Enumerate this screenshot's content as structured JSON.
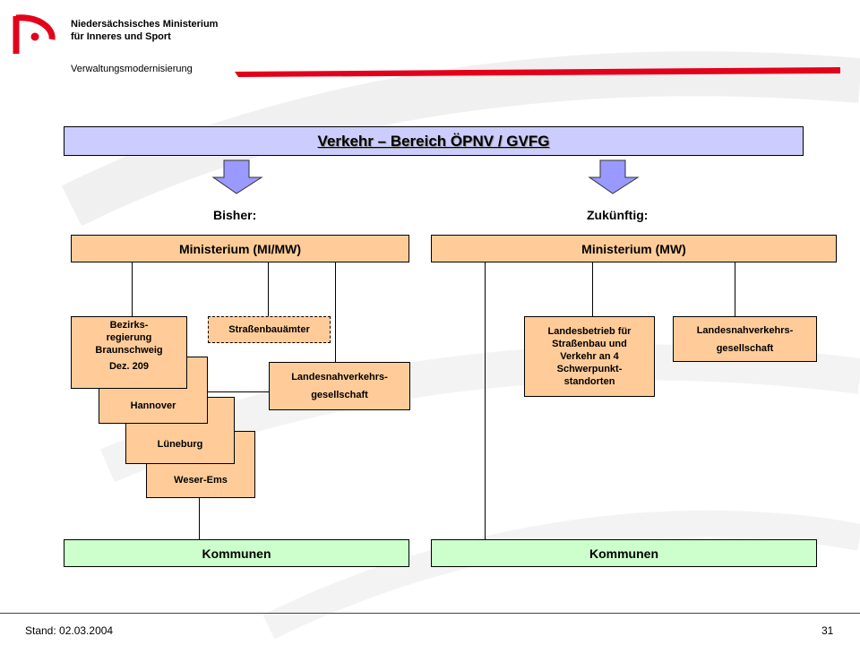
{
  "header": {
    "ministry_line1": "Niedersächsisches Ministerium",
    "ministry_line2": "für Inneres und Sport",
    "subtitle": "Verwaltungsmodernisierung"
  },
  "title": "Verkehr – Bereich ÖPNV / GVFG",
  "left": {
    "heading": "Bisher:",
    "ministry": "Ministerium (MI/MW)",
    "bezirk_line1": "Bezirks-",
    "bezirk_line2": "regierung",
    "bezirk_line3": "Braunschweig",
    "bezirk_line4": "Dez. 209",
    "hannover": "Hannover",
    "lueneburg": "Lüneburg",
    "weser": "Weser-Ems",
    "strassenbau": "Straßenbauämter",
    "lnvg_line1": "Landesnahverkehrs-",
    "lnvg_line2": "gesellschaft",
    "kommunen": "Kommunen"
  },
  "right": {
    "heading": "Zukünftig:",
    "ministry": "Ministerium (MW)",
    "lb_line1": "Landesbetrieb für",
    "lb_line2": "Straßenbau und",
    "lb_line3": "Verkehr an 4",
    "lb_line4": "Schwerpunkt-",
    "lb_line5": "standorten",
    "lnvg_line1": "Landesnahverkehrs-",
    "lnvg_line2": "gesellschaft",
    "kommunen": "Kommunen"
  },
  "footer": {
    "stand": "Stand: 02.03.2004",
    "page": "31"
  },
  "colors": {
    "logo_red": "#e3001b",
    "title_fill": "#ccccff",
    "org_fill": "#ffcc99",
    "kommunen_fill": "#ccffcc",
    "arrow_fill": "#9999ff"
  }
}
